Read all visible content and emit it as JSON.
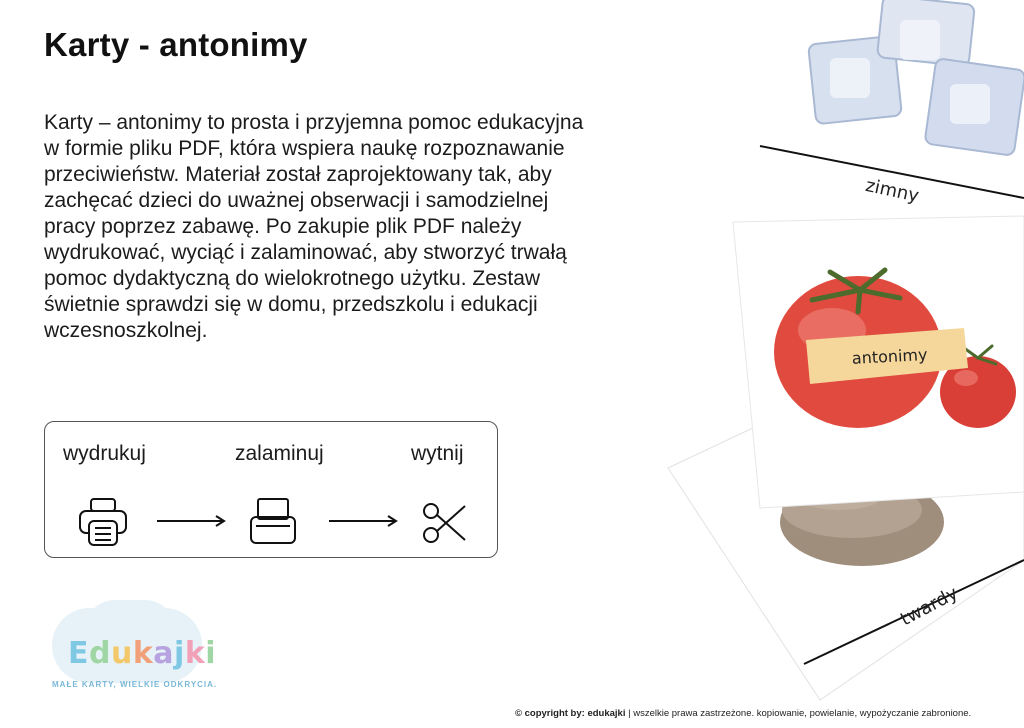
{
  "title": "Karty - antonimy",
  "description": "Karty – antonimy to prosta i przyjemna pomoc edukacyjna w formie pliku PDF, która wspiera naukę rozpoznawanie przeciwieństw. Materiał został zaprojektowany tak, aby zachęcać dzieci do uważnej obserwacji i samodzielnej pracy poprzez zabawę. Po zakupie plik PDF należy wydrukować, wyciąć i zalaminować, aby stworzyć trwałą pomoc dydaktyczną do wielokrotnego użytku. Zestaw świetnie sprawdzi się w domu, przedszkolu i edukacji wczesnoszkolnej.",
  "steps": [
    {
      "label": "wydrukuj",
      "icon": "printer-icon"
    },
    {
      "label": "zalaminuj",
      "icon": "laminator-icon"
    },
    {
      "label": "wytnij",
      "icon": "scissors-icon"
    }
  ],
  "cards": {
    "top_word": "zimny",
    "middle_tag": "antonimy",
    "bottom_word": "twardy"
  },
  "logo": {
    "letters": [
      "E",
      "d",
      "u",
      "k",
      "a",
      "j",
      "k",
      "i"
    ],
    "tagline": "MAŁE KARTY, WIELKIE ODKRYCIA."
  },
  "footer": {
    "copyright_prefix": "© copyright by: edukajki",
    "copyright_rest": " | wszelkie prawa zastrzeżone. kopiowanie, powielanie, wypożyczanie zabronione."
  },
  "colors": {
    "tomato": "#e14a3f",
    "tag": "#f6d79b",
    "ice": "#cfd8ea",
    "stone": "#a08e7d"
  }
}
